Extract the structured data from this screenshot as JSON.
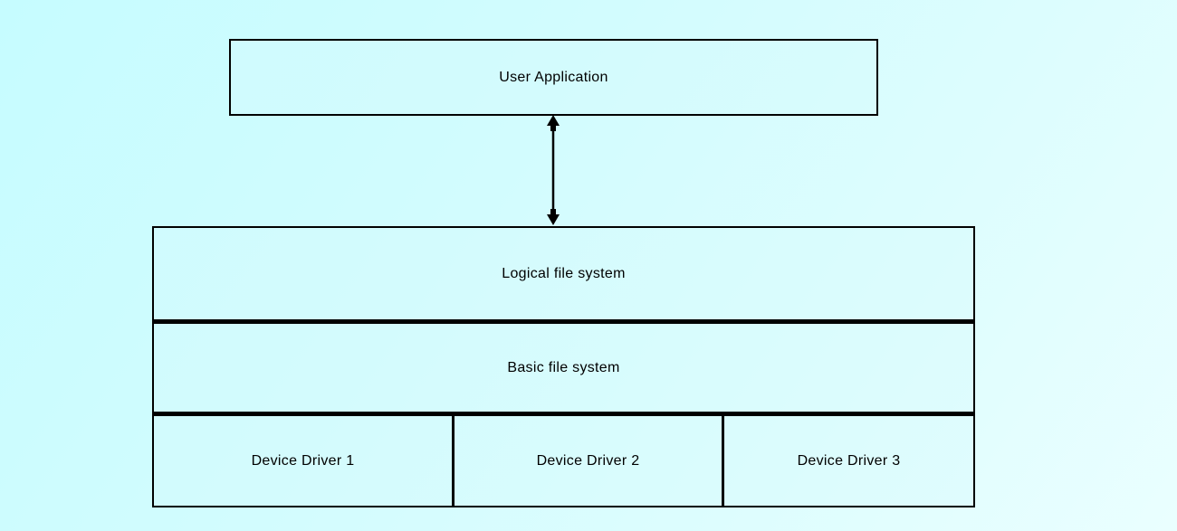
{
  "diagram": {
    "top_box": {
      "label": "User Application"
    },
    "connector": {
      "icon": "double-headed-arrow"
    },
    "stack": {
      "rows": [
        {
          "label": "Logical file system"
        },
        {
          "label": "Basic file system"
        }
      ],
      "drivers": [
        {
          "label": "Device Driver 1"
        },
        {
          "label": "Device Driver 2"
        },
        {
          "label": "Device Driver 3"
        }
      ]
    },
    "colors": {
      "background_top_left": "#c6fcff",
      "background_bottom_right": "#eaffff",
      "box_border": "#000000",
      "text": "#000000"
    }
  }
}
